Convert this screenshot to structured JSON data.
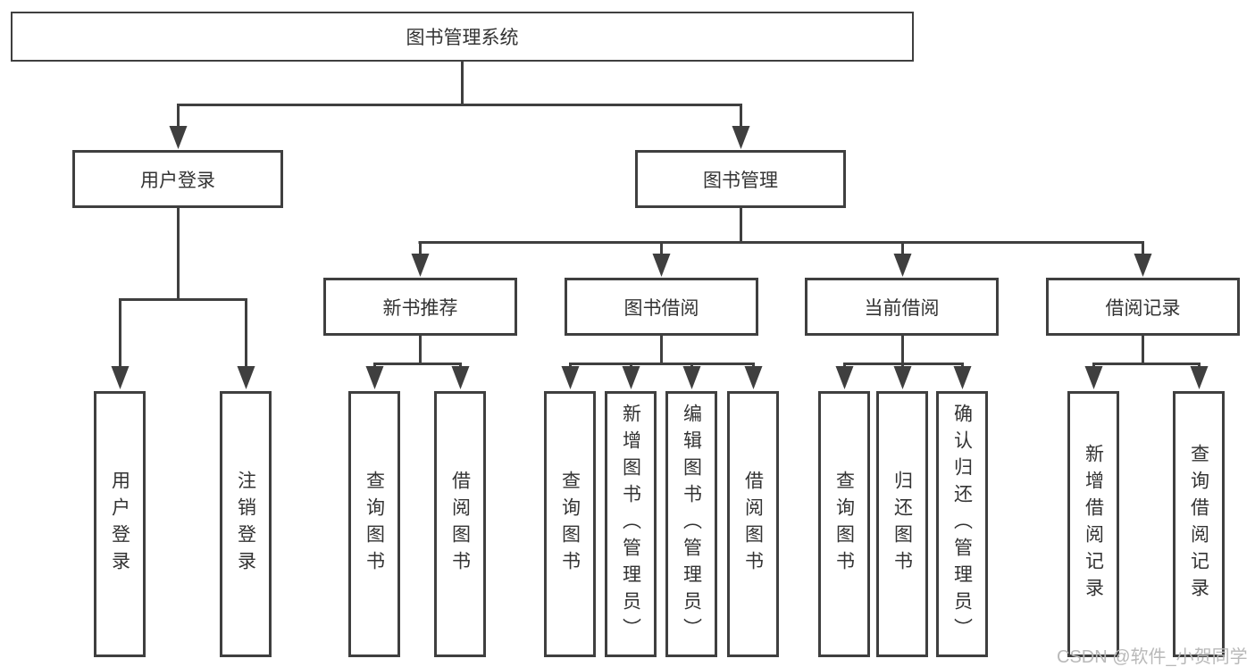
{
  "tree": {
    "label": "图书管理系统",
    "children": [
      {
        "label": "用户登录",
        "children": [
          {
            "label": "用户登录"
          },
          {
            "label": "注销登录"
          }
        ]
      },
      {
        "label": "图书管理",
        "children": [
          {
            "label": "新书推荐",
            "children": [
              {
                "label": "查询图书"
              },
              {
                "label": "借阅图书"
              }
            ]
          },
          {
            "label": "图书借阅",
            "children": [
              {
                "label": "查询图书"
              },
              {
                "label": "新增图书（管理员）"
              },
              {
                "label": "编辑图书（管理员）"
              },
              {
                "label": "借阅图书"
              }
            ]
          },
          {
            "label": "当前借阅",
            "children": [
              {
                "label": "查询图书"
              },
              {
                "label": "归还图书"
              },
              {
                "label": "确认归还（管理员）"
              }
            ]
          },
          {
            "label": "借阅记录",
            "children": [
              {
                "label": "新增借阅记录"
              },
              {
                "label": "查询借阅记录"
              }
            ]
          }
        ]
      }
    ]
  },
  "watermark": {
    "text": "CSDN @软件_小贺同学"
  },
  "colors": {
    "line": "#3f3f3f",
    "box_border": "#3f3f3f",
    "text": "#333333",
    "watermark": "#b9b9b9",
    "background": "#ffffff"
  }
}
